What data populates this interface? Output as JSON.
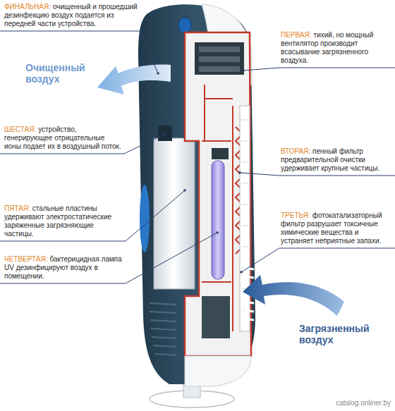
{
  "diagram": {
    "labels": [
      "ФИНАЛЬНАЯ:",
      "очищенный и прошедший дезинфекцию воздух подается из передней части устройства.",
      "Очищенный воздух",
      "ШЕСТАЯ:",
      "устройство, генерирующее отрицательные ионы подает их в воздушный поток.",
      "ПЯТАЯ:",
      "стальные пластины удерживают электростатические заряженные загрязняющие частицы.",
      "ЧЕТВЕРТАЯ:",
      "бактерицидная лампа UV дезинфицируют воздух в помещении.",
      "ПЕРВАЯ:",
      "тихий, но мощный вентилятор производит всасывание загрязненного воздуха.",
      "ВТОРАЯ:",
      "пенный фильтр предварительной очистки удерживает крупные частицы.",
      "ТРЕТЬЯ:",
      "фотокатализаторный фильтр разрушает токсичные химические вещества и устраняет неприятные запахи.",
      "Загрязненный воздух",
      "catalog.onliner.by"
    ]
  }
}
